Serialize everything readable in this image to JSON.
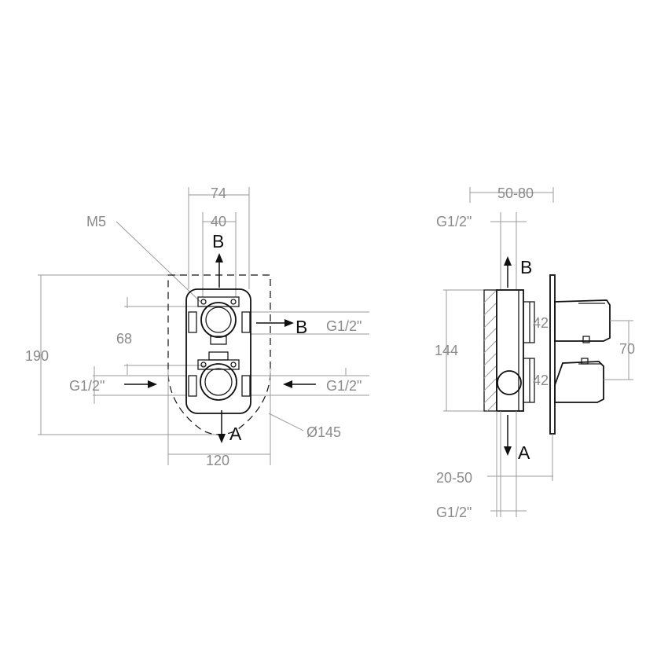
{
  "front_view": {
    "dim_width_outer": "74",
    "dim_width_inner": "40",
    "dim_screw": "M5",
    "dim_height_total": "190",
    "dim_port_spacing": "68",
    "dim_width_bottom": "120",
    "dim_diameter": "Ø145",
    "thread_left": "G1/2\"",
    "thread_right_top": "G1/2\"",
    "thread_right_bottom": "G1/2\"",
    "outlet_top": "B",
    "outlet_right": "B",
    "outlet_bottom": "A"
  },
  "side_view": {
    "dim_depth": "50-80",
    "thread_top": "G1/2\"",
    "dim_height": "144",
    "dim_valve_upper": "42",
    "dim_valve_lower": "42",
    "dim_handle_spacing": "70",
    "dim_offset": "20-50",
    "thread_bottom": "G1/2\"",
    "outlet_top": "B",
    "outlet_bottom": "A"
  }
}
